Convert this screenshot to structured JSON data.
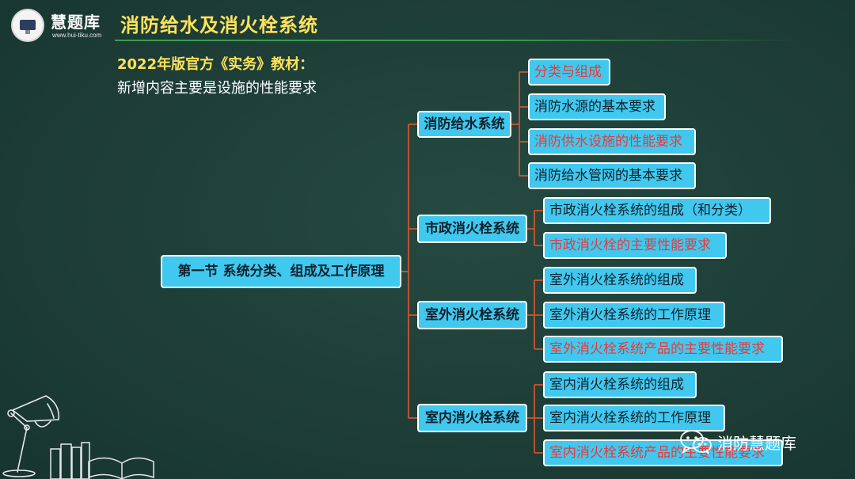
{
  "brand": {
    "name": "慧题库",
    "url": "www.hui-tiku.com"
  },
  "slide": {
    "title": "消防给水及消火栓系统",
    "intro_line1": "2022年版官方《实务》教材：",
    "intro_line2": "新增内容主要是设施的性能要求"
  },
  "mindmap": {
    "root": "第一节 系统分类、组成及工作原理",
    "branches": [
      {
        "label": "消防给水系统",
        "items": [
          {
            "text": "分类与组成",
            "highlight": true
          },
          {
            "text": "消防水源的基本要求",
            "highlight": false
          },
          {
            "text": "消防供水设施的性能要求",
            "highlight": true
          },
          {
            "text": "消防给水管网的基本要求",
            "highlight": false
          }
        ]
      },
      {
        "label": "市政消火栓系统",
        "items": [
          {
            "text": "市政消火栓系统的组成（和分类）",
            "highlight": false
          },
          {
            "text": "市政消火栓的主要性能要求",
            "highlight": true
          }
        ]
      },
      {
        "label": "室外消火栓系统",
        "items": [
          {
            "text": "室外消火栓系统的组成",
            "highlight": false
          },
          {
            "text": "室外消火栓系统的工作原理",
            "highlight": false
          },
          {
            "text": "室外消火栓系统产品的主要性能要求",
            "highlight": true
          }
        ]
      },
      {
        "label": "室内消火栓系统",
        "items": [
          {
            "text": "室内消火栓系统的组成",
            "highlight": false
          },
          {
            "text": "室内消火栓系统的工作原理",
            "highlight": false
          },
          {
            "text": "室内消火栓系统产品的主要性能要求",
            "highlight": true
          }
        ]
      }
    ]
  },
  "watermark": {
    "text": "消防慧题库"
  },
  "colors": {
    "background": "#1d3d36",
    "title": "#ffe25a",
    "node_fill": "#40c8ef",
    "connector": "#e0572e",
    "highlight_text": "#e83a3a"
  },
  "icons": [
    "tv-logo-icon",
    "desk-lamp-icon",
    "books-icon",
    "wechat-icon"
  ]
}
